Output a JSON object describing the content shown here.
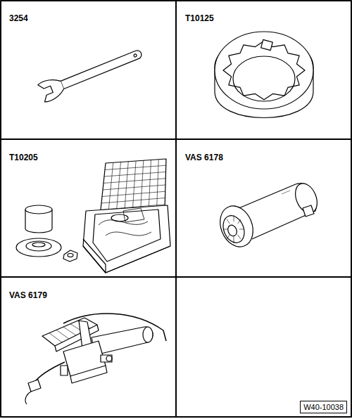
{
  "diagram": {
    "nodes": [
      {
        "text": [
          "3254"
        ]
      },
      {
        "text": [
          "T10125"
        ]
      },
      {
        "text": [
          "T10205"
        ]
      },
      {
        "text": [
          "VAS 6178"
        ]
      },
      {
        "text": [
          "VAS 6179"
        ]
      },
      {
        "text": [
          "W40-10038"
        ]
      }
    ]
  }
}
